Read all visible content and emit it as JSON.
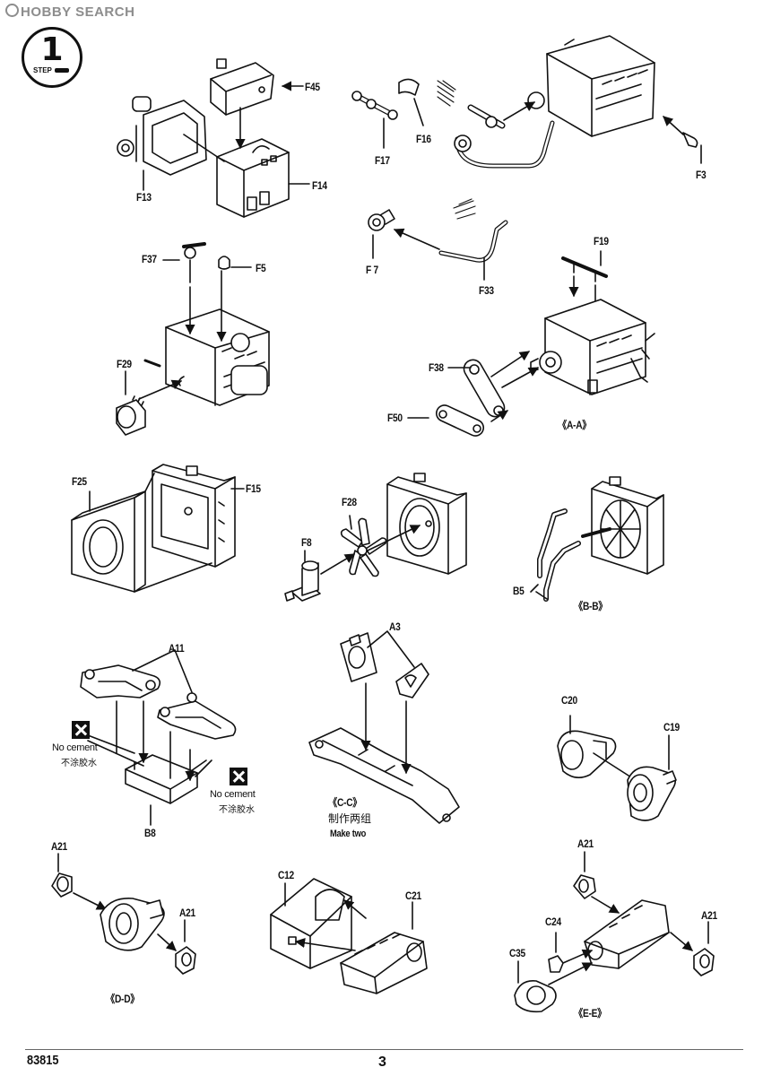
{
  "watermark": "HOBBY SEARCH",
  "step": {
    "number": "1",
    "word": "STEP"
  },
  "labels": {
    "F45": "F45",
    "F13": "F13",
    "F14": "F14",
    "F17": "F17",
    "F16": "F16",
    "F3": "F3",
    "F37": "F37",
    "F5": "F5",
    "F29": "F29",
    "F7": "F 7",
    "F33": "F33",
    "F19": "F19",
    "F38": "F38",
    "F50": "F50",
    "AA": "《A-A》",
    "F25": "F25",
    "F15": "F15",
    "F28": "F28",
    "F8": "F8",
    "B5": "B5",
    "BB": "《B-B》",
    "A11": "A11",
    "A3": "A3",
    "C20": "C20",
    "C19": "C19",
    "B8": "B8",
    "CC": "《C-C》",
    "A21a": "A21",
    "A21b": "A21",
    "DD": "《D-D》",
    "C12": "C12",
    "C21": "C21",
    "A21c": "A21",
    "C24": "C24",
    "A21d": "A21",
    "C35": "C35",
    "EE": "《E-E》"
  },
  "no_cement": {
    "en": "No cement",
    "cn": "不涂胶水"
  },
  "make_two": {
    "cn": "制作两组",
    "en": "Make two"
  },
  "footer": {
    "code": "83815",
    "page": "3"
  }
}
